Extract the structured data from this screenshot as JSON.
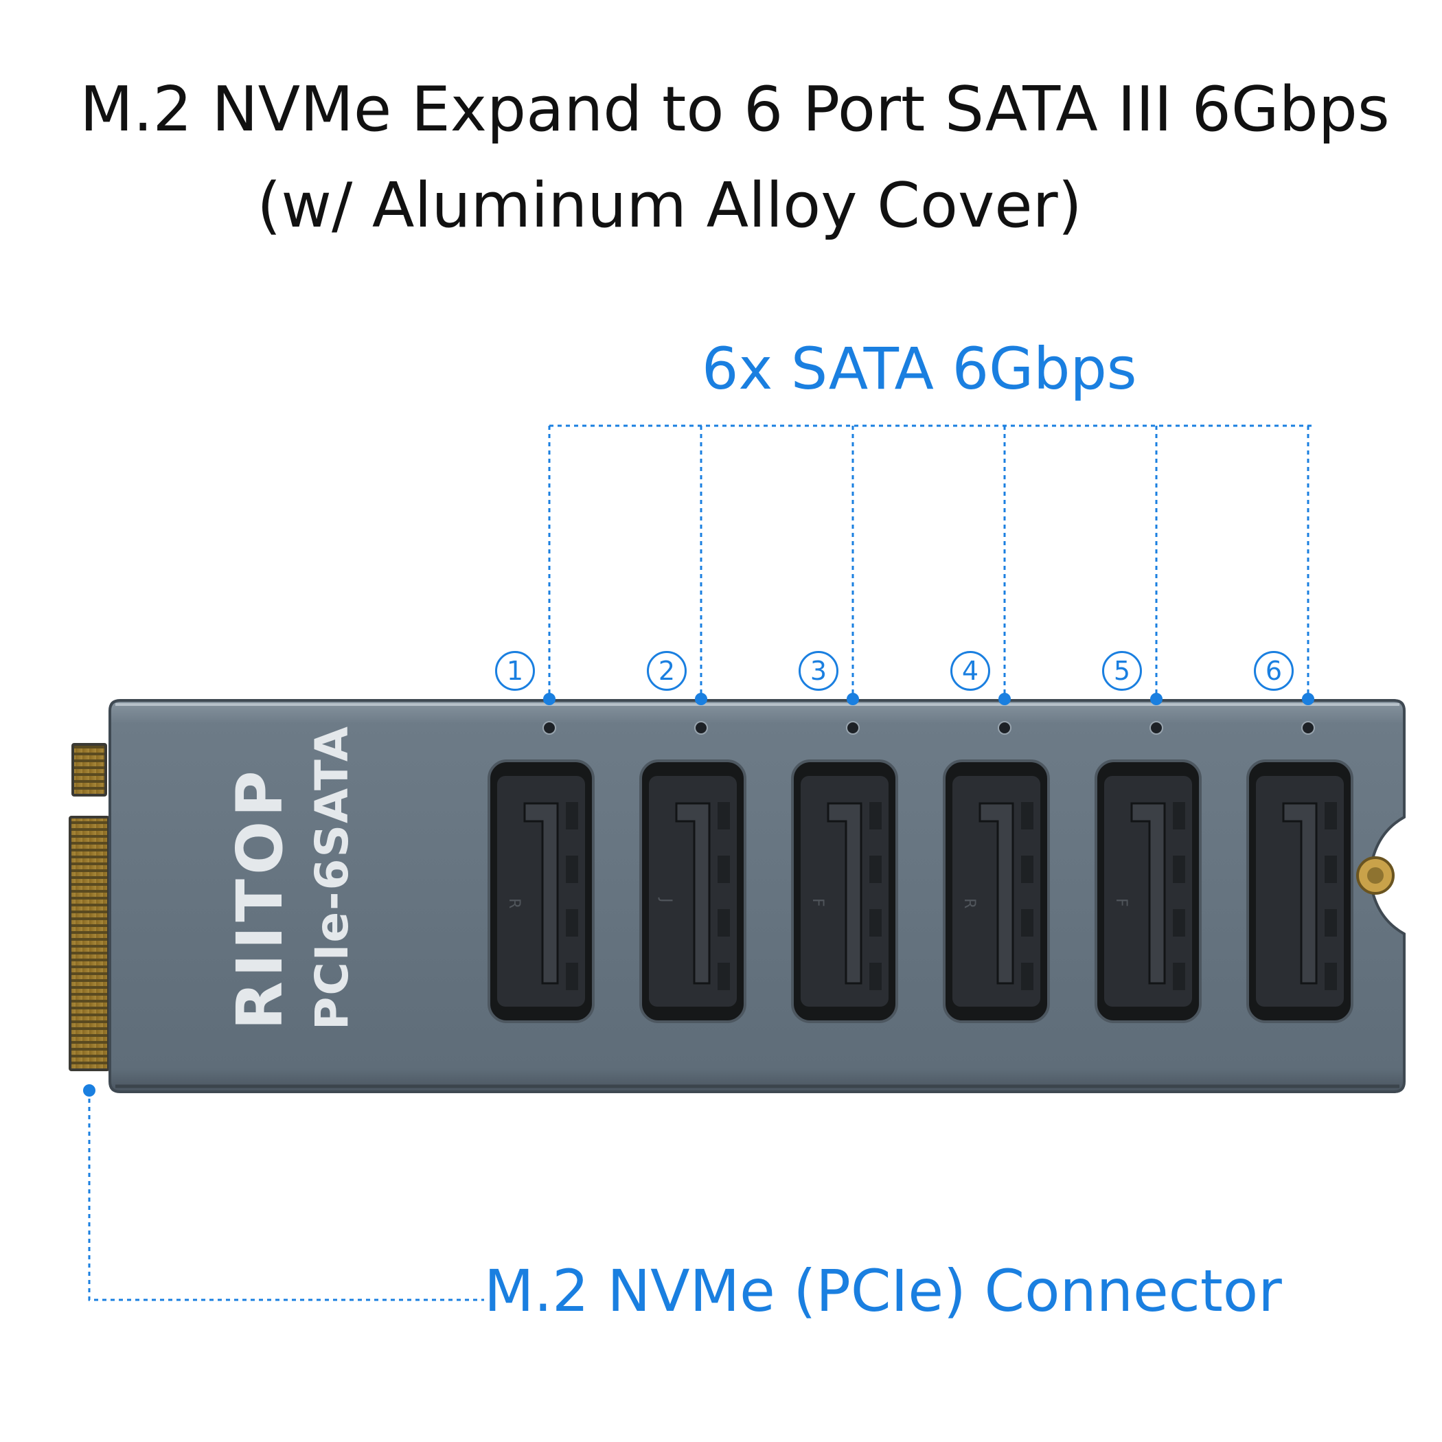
{
  "title": {
    "line1": "M.2 NVMe Expand to 6 Port SATA III 6Gbps",
    "line2": "(w/ Aluminum Alloy Cover)"
  },
  "callouts": {
    "ports_label": "6x SATA 6Gbps",
    "connector_label": "M.2 NVMe (PCIe) Connector"
  },
  "ports": [
    {
      "number": "1",
      "marking": "R"
    },
    {
      "number": "2",
      "marking": "J"
    },
    {
      "number": "3",
      "marking": "F"
    },
    {
      "number": "4",
      "marking": "R"
    },
    {
      "number": "5",
      "marking": "F"
    },
    {
      "number": "6",
      "marking": ""
    }
  ],
  "product": {
    "brand": "RIITOP",
    "model": "PCIe-6SATA"
  },
  "colors": {
    "accent": "#1a7fe0",
    "heading": "#111111",
    "cover": "#6b7a86",
    "port_inner": "#2b2e33",
    "gold": "#c9a24a"
  }
}
